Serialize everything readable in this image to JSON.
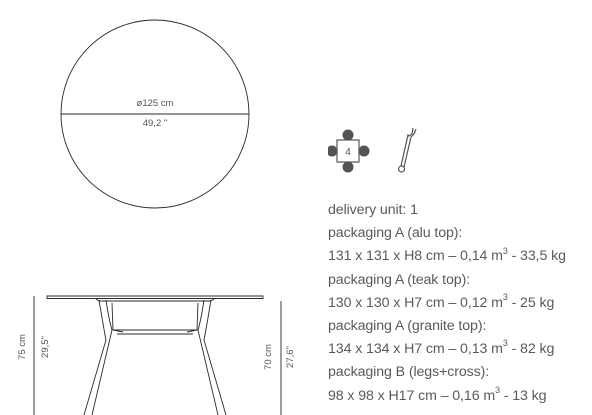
{
  "top_view": {
    "diameter_cm": "ø125 cm",
    "diameter_in": "49,2 \""
  },
  "side_view": {
    "total_height_cm": "75 cm",
    "total_height_in": "29,5\"",
    "seat_height_cm": "70 cm",
    "seat_height_in": "27,6\""
  },
  "icons": {
    "seats_icon": "four-seat-table-icon",
    "seats_count": "4",
    "assembly_icon": "wrench-icon"
  },
  "specs": {
    "delivery_unit": "delivery unit: 1",
    "pkg_a_alu_label": "packaging A (alu top):",
    "pkg_a_alu_value": "131 x 131 x H8 cm – 0,14 m",
    "pkg_a_alu_tail": " - 33,5 kg",
    "pkg_a_teak_label": "packaging A (teak top):",
    "pkg_a_teak_value": "130 x 130 x H7 cm – 0,12 m",
    "pkg_a_teak_tail": " - 25 kg",
    "pkg_a_granite_label": "packaging A (granite top):",
    "pkg_a_granite_value": "134 x 134 x H7 cm – 0,13 m",
    "pkg_a_granite_tail": " - 82 kg",
    "pkg_b_label": "packaging B (legs+cross):",
    "pkg_b_value": "98 x 98 x H17 cm – 0,16 m",
    "pkg_b_tail": " - 13 kg",
    "cubic_exp": "3"
  },
  "colors": {
    "line": "#2a2a2a",
    "text": "#5a5a5a",
    "icon": "#555555"
  }
}
